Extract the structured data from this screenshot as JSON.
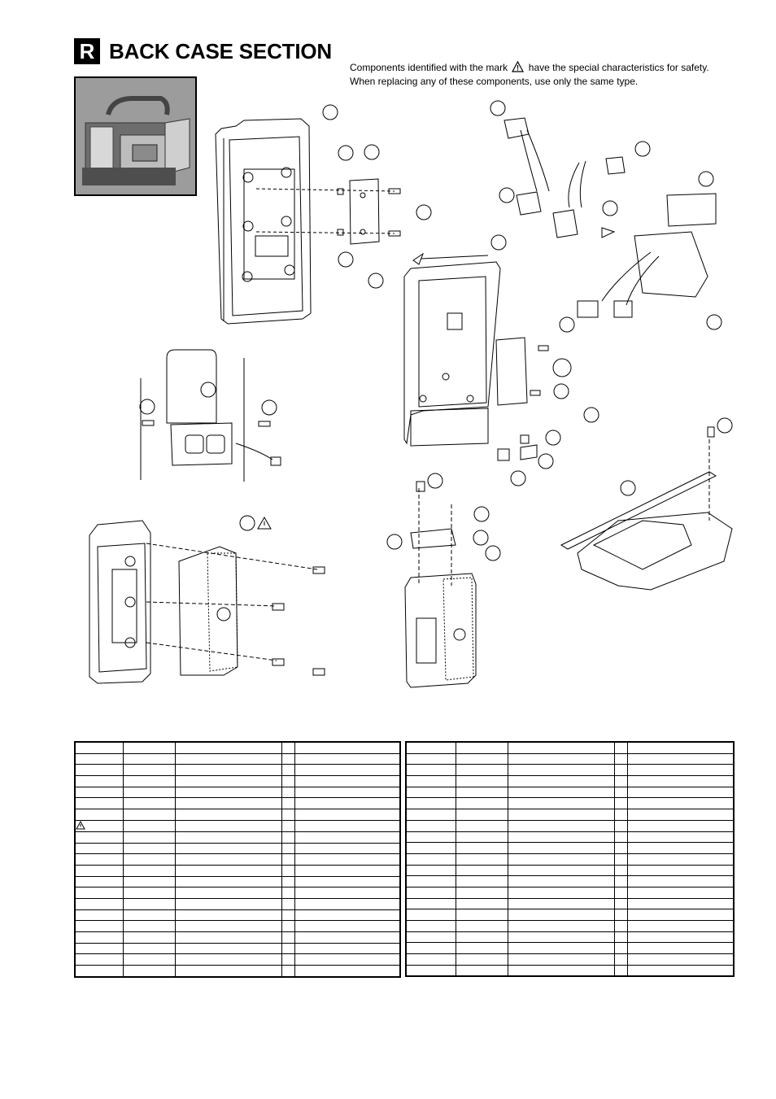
{
  "header": {
    "section_letter": "R",
    "title": "BACK CASE SECTION"
  },
  "notice": {
    "line1_before": "Components identified with the mark",
    "line1_after": "have the special characteristics for safety.",
    "line2": "When replacing any of these components, use only the same type."
  },
  "icons": {
    "safety_mark": "warning-triangle-icon"
  },
  "parts_table_left": {
    "columns": 5,
    "rows": 21,
    "safety_mark_row": 8
  },
  "parts_table_right": {
    "columns": 5,
    "rows": 21
  }
}
